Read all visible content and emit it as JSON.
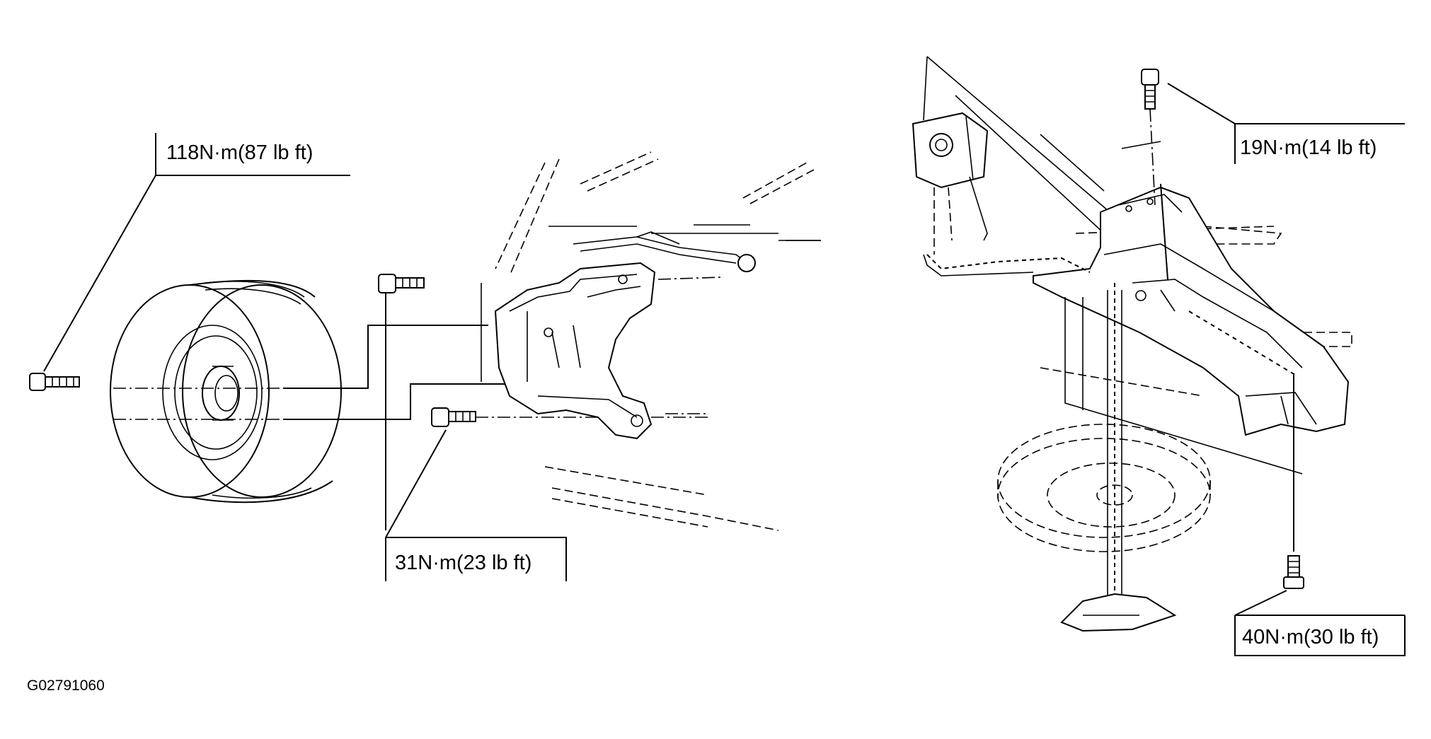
{
  "figure_id": "G02791060",
  "callouts": {
    "spare_tire_nut": "118N·m(87 lb ft)",
    "bracket_bolts": "31N·m(23 lb ft)",
    "carrier_top_bolt": "19N·m(14 lb ft)",
    "carrier_bottom_bolt": "40N·m(30 lb ft)"
  }
}
